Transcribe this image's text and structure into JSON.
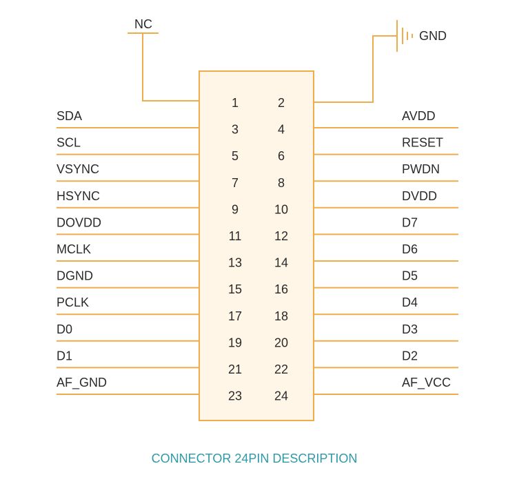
{
  "colors": {
    "wire": "#F0AB4A",
    "body_fill": "#FFF6E8",
    "text": "#2a2a2a",
    "caption": "#2E99A8"
  },
  "nc_label": "NC",
  "gnd_label": "GND",
  "caption": "CONNECTOR 24PIN DESCRIPTION",
  "left_labels": [
    "SDA",
    "SCL",
    "VSYNC",
    "HSYNC",
    "DOVDD",
    "MCLK",
    "DGND",
    "PCLK",
    "D0",
    "D1",
    "AF_GND"
  ],
  "right_labels": [
    "AVDD",
    "RESET",
    "PWDN",
    "DVDD",
    "D7",
    "D6",
    "D5",
    "D4",
    "D3",
    "D2",
    "AF_VCC"
  ],
  "odd_pins": [
    "1",
    "3",
    "5",
    "7",
    "9",
    "11",
    "13",
    "15",
    "17",
    "19",
    "21",
    "23"
  ],
  "even_pins": [
    "2",
    "4",
    "6",
    "8",
    "10",
    "12",
    "14",
    "16",
    "18",
    "20",
    "22",
    "24"
  ]
}
